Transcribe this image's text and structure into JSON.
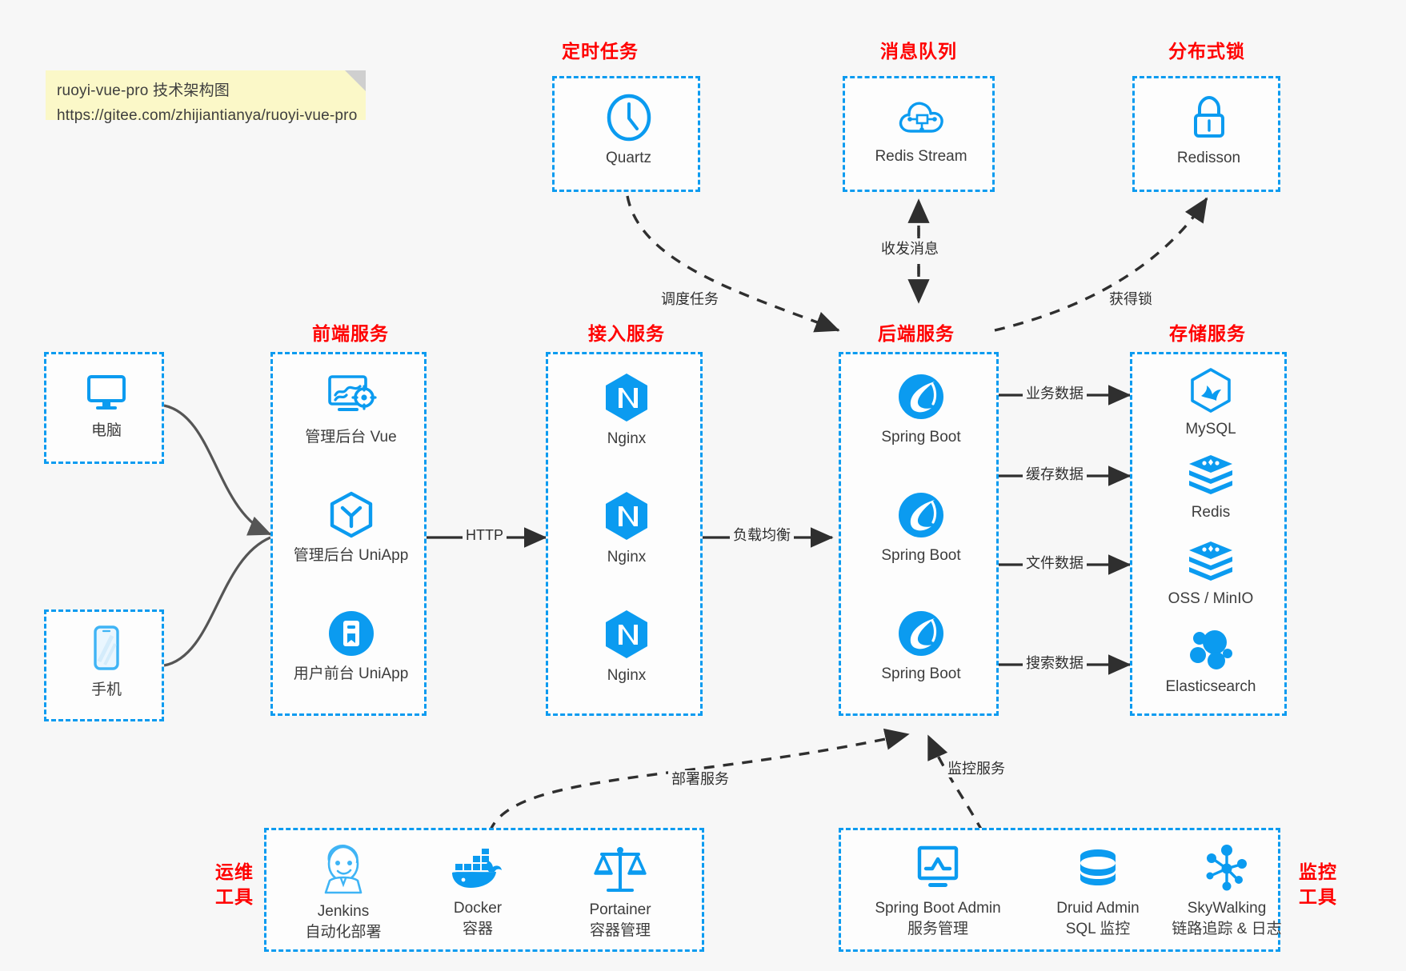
{
  "note": {
    "line1": "ruoyi-vue-pro 技术架构图",
    "line2": "https://gitee.com/zhijiantianya/ruoyi-vue-pro"
  },
  "colors": {
    "accent_blue": "#0b9bf0",
    "heading_red": "#ff0000",
    "canvas": "#f7f7f7",
    "note_yellow": "#fbf8c8",
    "arrow_dark": "#2f2f2f",
    "curve_gray": "#555555"
  },
  "groups": {
    "scheduled_task": "定时任务",
    "message_queue": "消息队列",
    "distributed_lock": "分布式锁",
    "frontend_service": "前端服务",
    "gateway_service": "接入服务",
    "backend_service": "后端服务",
    "storage_service": "存储服务",
    "devops_tools_line1": "运维",
    "devops_tools_line2": "工具",
    "monitor_tools_line1": "监控",
    "monitor_tools_line2": "工具"
  },
  "nodes": {
    "quartz": "Quartz",
    "redis_stream": "Redis Stream",
    "redisson": "Redisson",
    "computer": "电脑",
    "phone": "手机",
    "admin_vue": "管理后台 Vue",
    "admin_uniapp": "管理后台 UniApp",
    "user_uniapp": "用户前台 UniApp",
    "nginx1": "Nginx",
    "nginx2": "Nginx",
    "nginx3": "Nginx",
    "springboot1": "Spring Boot",
    "springboot2": "Spring Boot",
    "springboot3": "Spring Boot",
    "mysql": "MySQL",
    "redis": "Redis",
    "oss_minio": "OSS / MinIO",
    "elasticsearch": "Elasticsearch"
  },
  "devops": [
    {
      "name": "Jenkins",
      "desc": "自动化部署",
      "icon": "jenkins-icon"
    },
    {
      "name": "Docker",
      "desc": "容器",
      "icon": "docker-icon"
    },
    {
      "name": "Portainer",
      "desc": "容器管理",
      "icon": "portainer-icon"
    }
  ],
  "monitor": [
    {
      "name": "Spring Boot Admin",
      "desc": "服务管理",
      "icon": "monitor-screen-icon"
    },
    {
      "name": "Druid Admin",
      "desc": "SQL 监控",
      "icon": "database-icon"
    },
    {
      "name": "SkyWalking",
      "desc": "链路追踪 & 日志",
      "icon": "skywalking-icon"
    }
  ],
  "edges": {
    "http": "HTTP",
    "load_balance": "负载均衡",
    "schedule_task": "调度任务",
    "send_receive_message": "收发消息",
    "acquire_lock": "获得锁",
    "business_data": "业务数据",
    "cache_data": "缓存数据",
    "file_data": "文件数据",
    "search_data": "搜索数据",
    "deploy_service": "部署服务",
    "monitor_service": "监控服务"
  }
}
